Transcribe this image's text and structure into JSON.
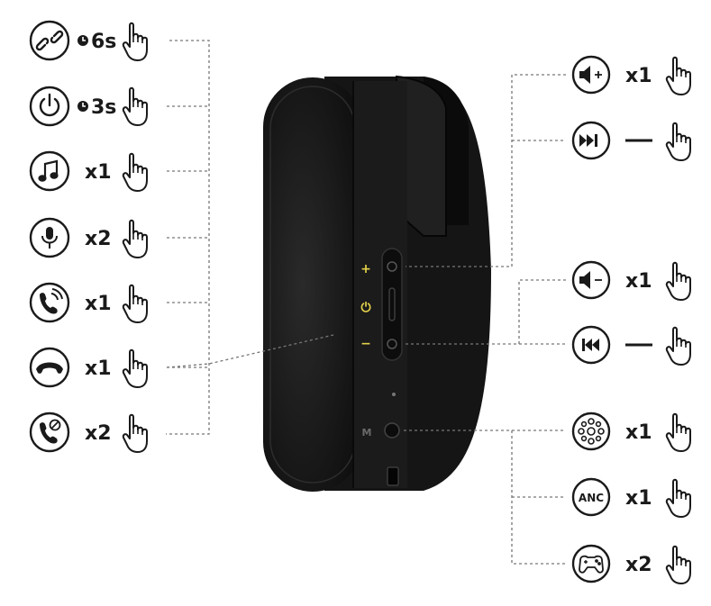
{
  "left_controls": [
    {
      "icon": "link-icon",
      "action": "6s",
      "timer": true
    },
    {
      "icon": "power-icon",
      "action": "3s",
      "timer": true
    },
    {
      "icon": "music-note-icon",
      "action": "x1"
    },
    {
      "icon": "microphone-icon",
      "action": "x2"
    },
    {
      "icon": "incoming-call-icon",
      "action": "x1"
    },
    {
      "icon": "hang-up-icon",
      "action": "x1"
    },
    {
      "icon": "reject-call-icon",
      "action": "x2"
    }
  ],
  "right_controls": [
    {
      "icon": "volume-up-icon",
      "action": "x1"
    },
    {
      "icon": "next-track-icon",
      "action": "hold"
    },
    {
      "icon": "volume-down-icon",
      "action": "x1"
    },
    {
      "icon": "previous-track-icon",
      "action": "hold"
    },
    {
      "icon": "equalizer-icon",
      "action": "x1"
    },
    {
      "icon": "anc-icon",
      "action": "x1",
      "badge": "ANC"
    },
    {
      "icon": "game-mode-icon",
      "action": "x2"
    }
  ],
  "device_buttons": {
    "plus": "+",
    "power": "⏻",
    "minus": "−",
    "mode": "M"
  },
  "colors": {
    "icon_stroke": "#1a1a1a",
    "earcup": "#1c1c1c",
    "button_marks": "#e3d24a"
  }
}
